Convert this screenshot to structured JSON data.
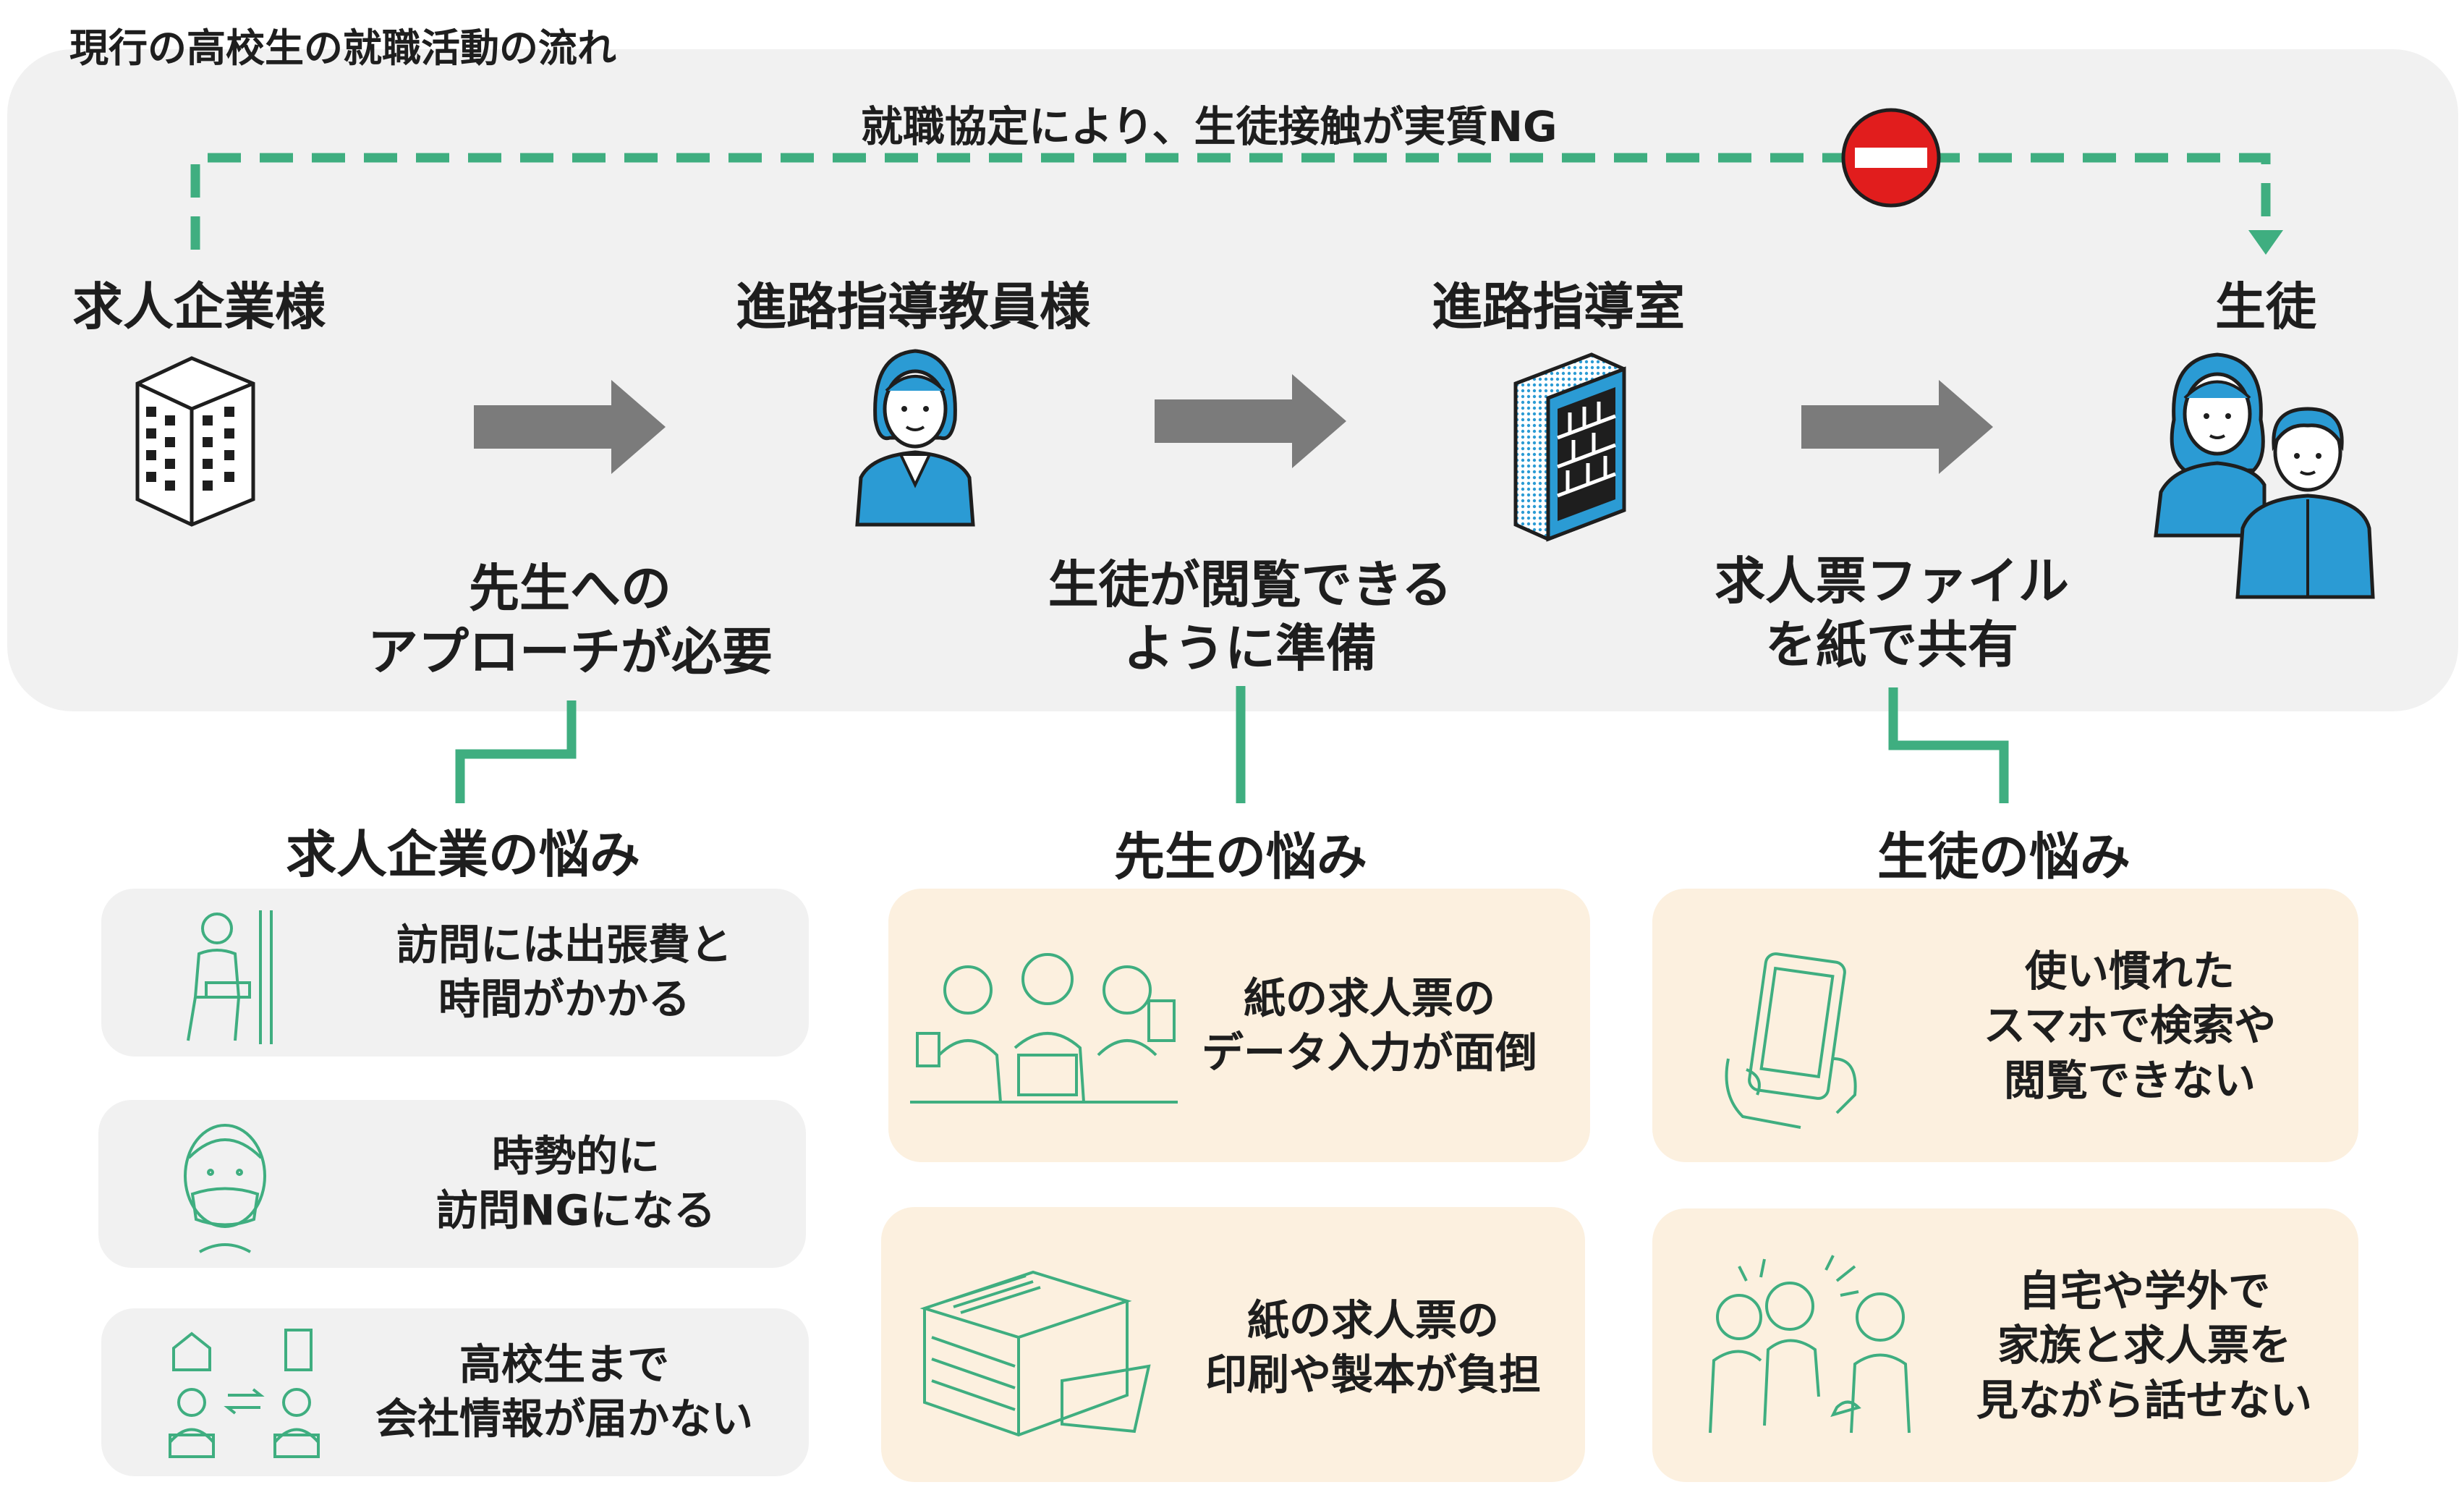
{
  "title": "現行の高校生の就職活動の流れ",
  "top_note": "就職協定により、生徒接触が実質NG",
  "colors": {
    "panel": "#f1f1f1",
    "accent_green": "#3fae80",
    "arrow_gray": "#7b7b7b",
    "prohibited_red": "#e11d1d",
    "figure_blue": "#2b9bd4",
    "card_beige": "#fcf0df"
  },
  "actors": [
    {
      "label": "求人企業様",
      "icon": "office-building-icon"
    },
    {
      "label": "進路指導教員様",
      "icon": "teacher-icon"
    },
    {
      "label": "進路指導室",
      "icon": "bookshelf-icon"
    },
    {
      "label": "生徒",
      "icon": "students-icon"
    }
  ],
  "steps": [
    {
      "lines": [
        "先生への",
        "アプローチが必要"
      ]
    },
    {
      "lines": [
        "生徒が閲覧できる",
        "ように準備"
      ]
    },
    {
      "lines": [
        "求人票ファイル",
        "を紙で共有"
      ]
    }
  ],
  "worries": [
    {
      "title": "求人企業の悩み",
      "cards": [
        {
          "lines": [
            "訪問には出張費と",
            "時間がかかる"
          ],
          "icon": "commuter-icon"
        },
        {
          "lines": [
            "時勢的に",
            "訪問NGになる"
          ],
          "icon": "masked-person-icon"
        },
        {
          "lines": [
            "高校生まで",
            "会社情報が届かない"
          ],
          "icon": "remote-connection-icon"
        }
      ]
    },
    {
      "title": "先生の悩み",
      "cards": [
        {
          "lines": [
            "紙の求人票の",
            "データ入力が面倒"
          ],
          "icon": "busy-staff-icon"
        },
        {
          "lines": [
            "紙の求人票の",
            "印刷や製本が負担"
          ],
          "icon": "paper-pile-icon"
        }
      ]
    },
    {
      "title": "生徒の悩み",
      "cards": [
        {
          "lines": [
            "使い慣れた",
            "スマホで検索や",
            "閲覧できない"
          ],
          "icon": "smartphone-icon"
        },
        {
          "lines": [
            "自宅や学外で",
            "家族と求人票を",
            "見ながら話せない"
          ],
          "icon": "family-talk-icon"
        }
      ]
    }
  ]
}
